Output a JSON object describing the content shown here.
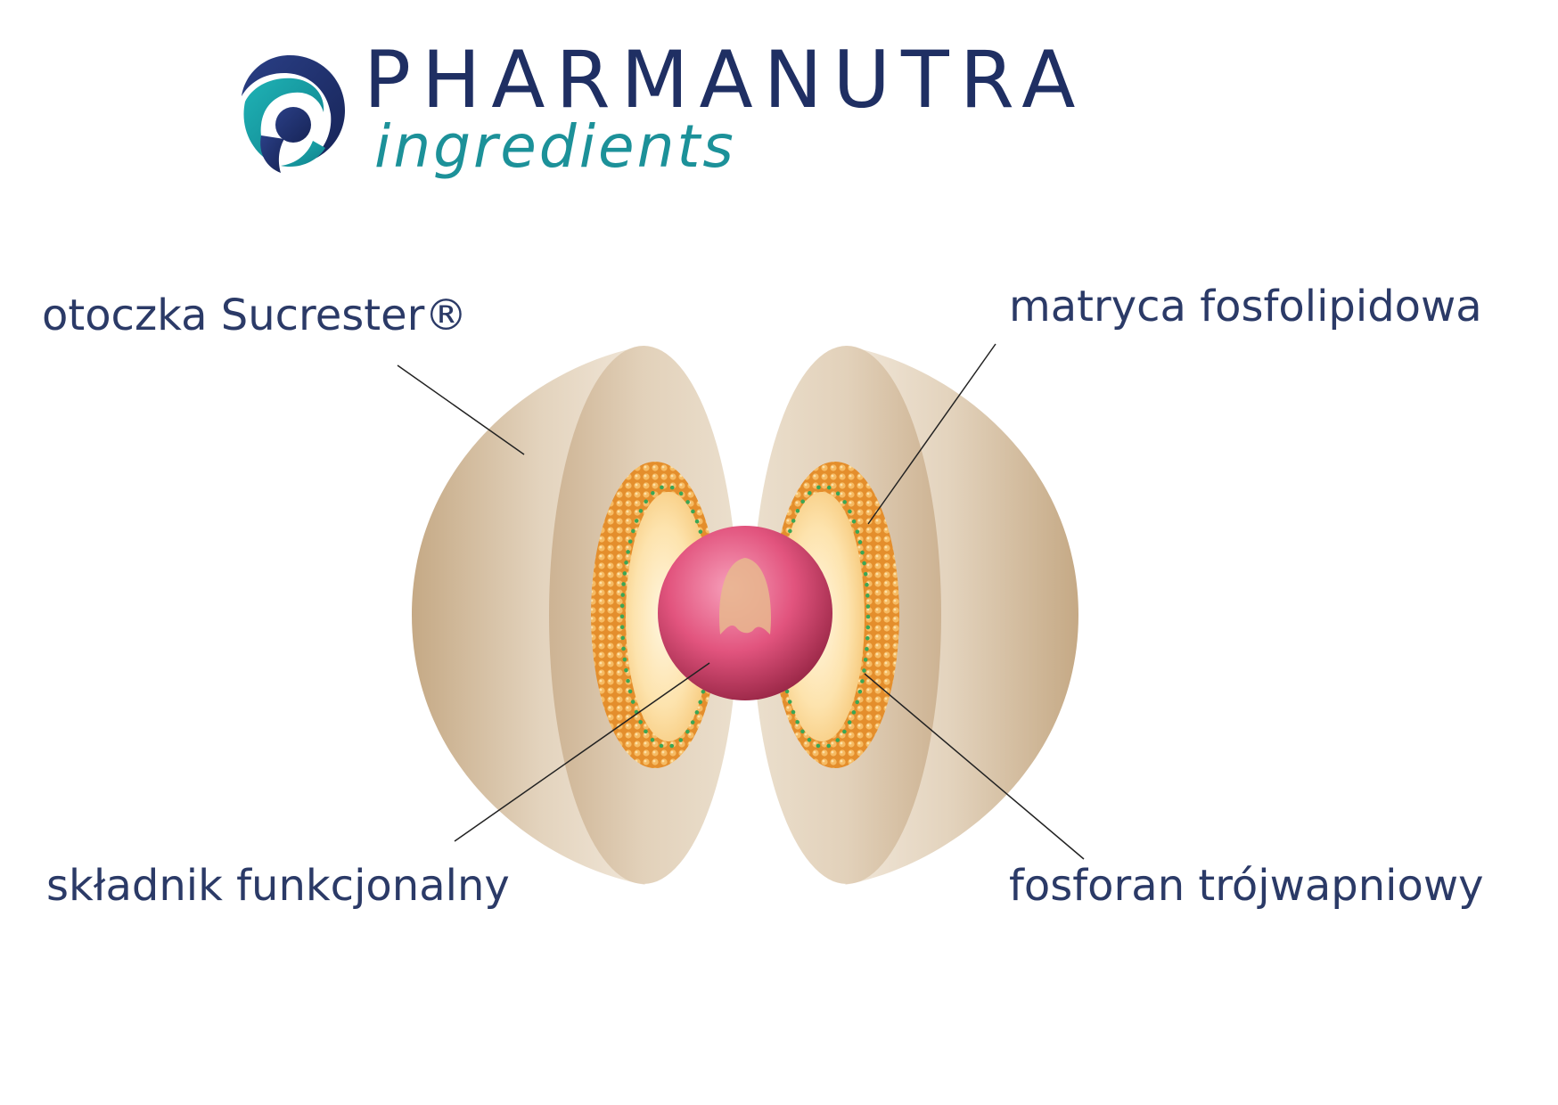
{
  "header": {
    "brand_name": "PHARMANUTRA",
    "brand_sub": "ingredients",
    "logo_icon": "pharmanutra-swirl-logo"
  },
  "labels": {
    "shell": "otoczka Sucrester®",
    "matrix": "matryca fosfolipidowa",
    "active": "składnik funkcjonalny",
    "phosphate": "fosforan trójwapniowy"
  },
  "colors": {
    "brand_navy": "#1f2f63",
    "brand_teal": "#1c9199",
    "label_text": "#2b3a67",
    "shell": "#d9c4a6",
    "phospholipid": "#e99a38",
    "phosphate_dots": "#3aa655",
    "core": "#dc4e78"
  }
}
